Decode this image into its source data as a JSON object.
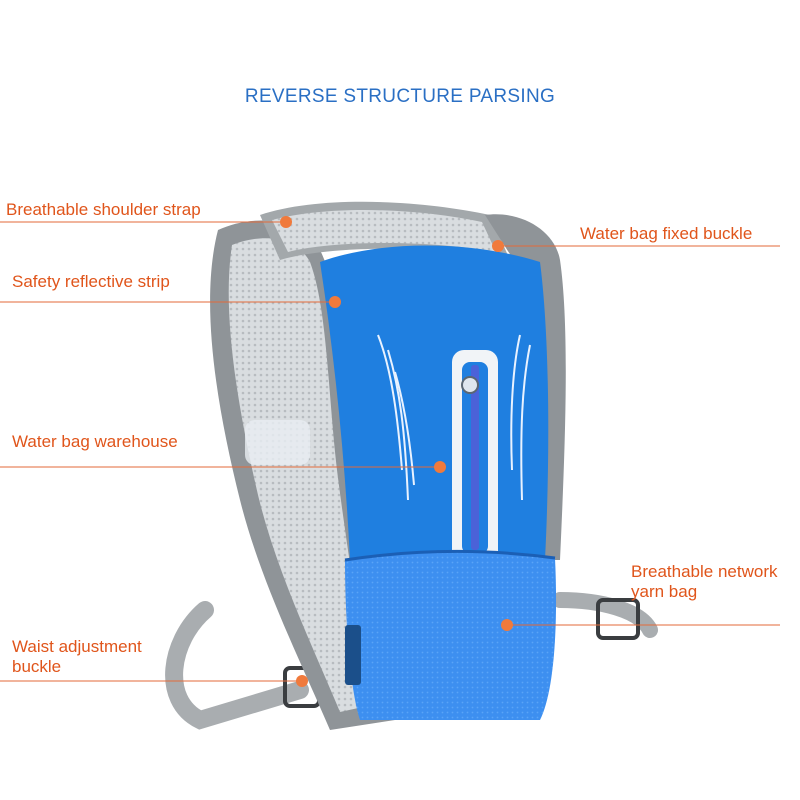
{
  "title": "REVERSE STRUCTURE PARSING",
  "colors": {
    "title": "#2a6fc4",
    "callout": "#e0551b",
    "leader_line": "#e36a3a",
    "pack_blue": "#1f7fe0",
    "mesh_blue": "#3d8ff0",
    "strap_grey": "#8f9498"
  },
  "callouts": [
    {
      "id": "breathable-shoulder-strap",
      "lines": [
        "Breathable shoulder strap"
      ]
    },
    {
      "id": "safety-reflective-strip",
      "lines": [
        "Safety reflective strip"
      ]
    },
    {
      "id": "water-bag-warehouse",
      "lines": [
        "Water bag warehouse"
      ]
    },
    {
      "id": "waist-adjustment-buckle",
      "lines": [
        "Waist adjustment",
        "buckle"
      ]
    },
    {
      "id": "water-bag-fixed-buckle",
      "lines": [
        "Water bag fixed buckle"
      ]
    },
    {
      "id": "breathable-network-yarn-bag",
      "lines": [
        "Breathable network",
        "yarn bag"
      ]
    }
  ]
}
